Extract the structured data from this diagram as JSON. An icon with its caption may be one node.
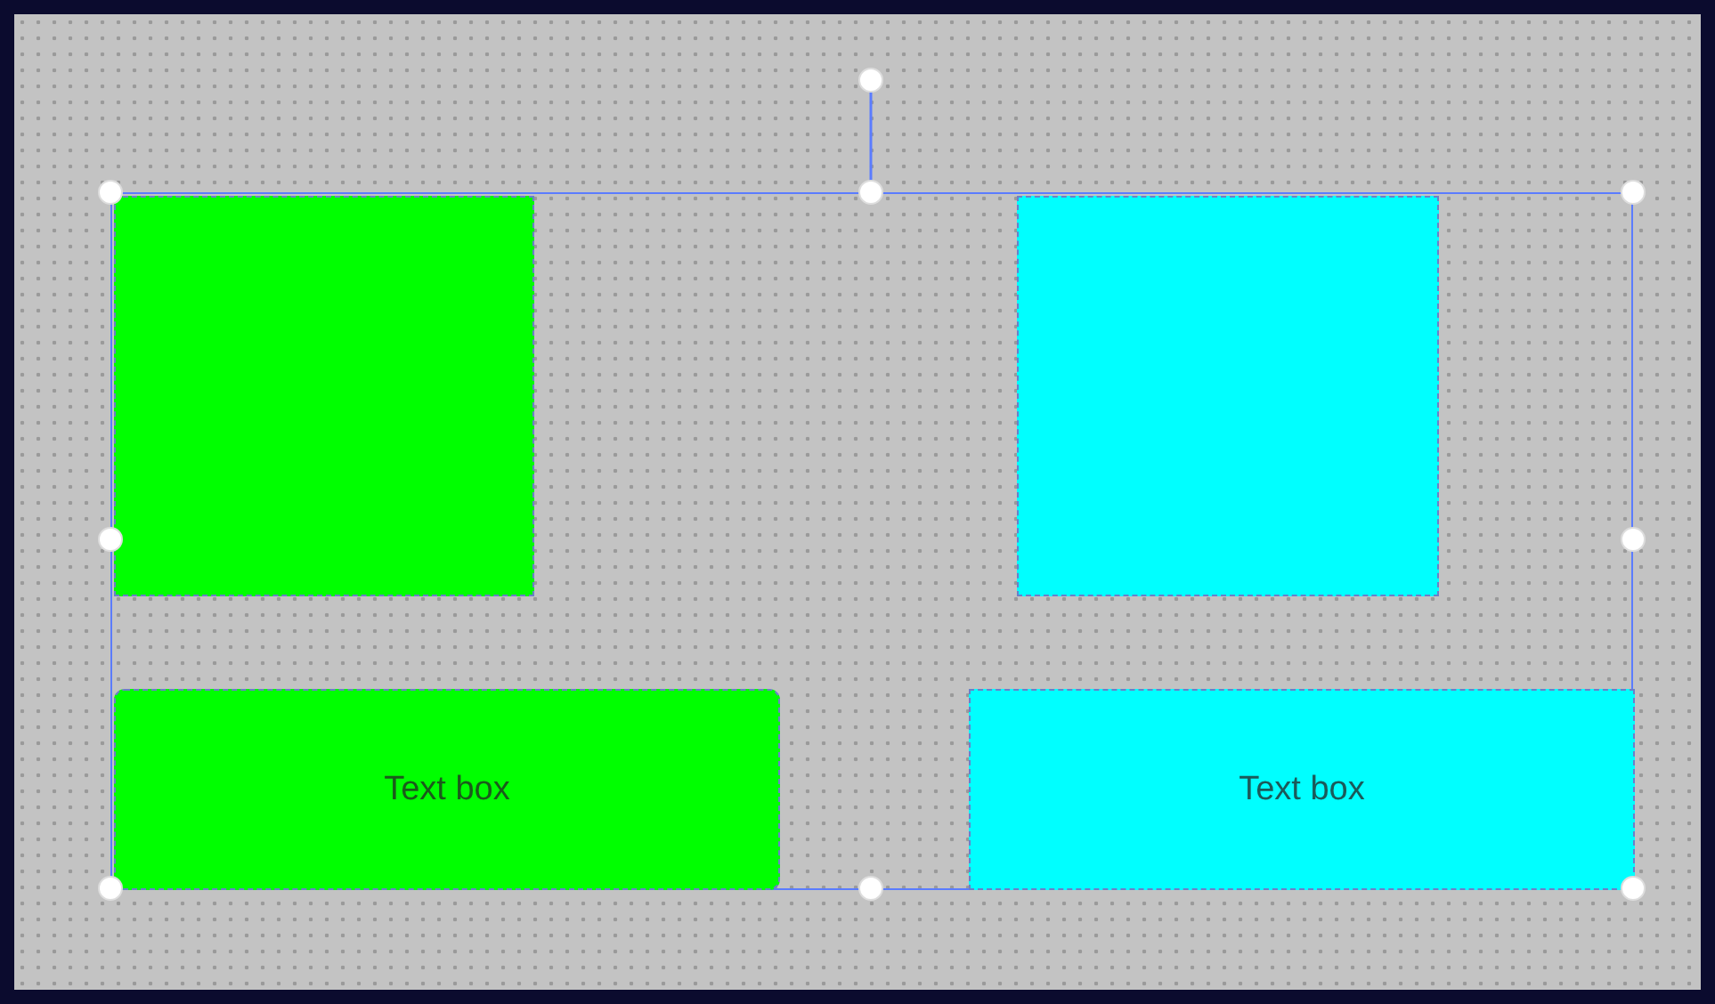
{
  "diagram": {
    "nodes": [
      {
        "text": [],
        "shape": "box"
      },
      {
        "text": [],
        "shape": "box",
        "in": 0
      },
      {
        "text": [],
        "shape": "box",
        "in": 0
      },
      {
        "text": [
          "Text box"
        ],
        "in": 0
      },
      {
        "text": [
          "Text box"
        ],
        "in": 0
      }
    ]
  }
}
